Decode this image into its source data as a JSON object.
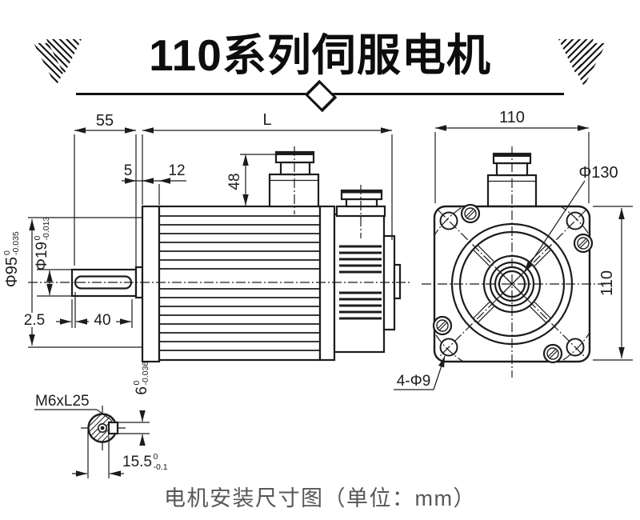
{
  "header": {
    "title": "110系列伺服电机"
  },
  "caption": {
    "text": "电机安装尺寸图（单位：mm）"
  },
  "colors": {
    "line": "#1c1c1c",
    "caption": "#575757",
    "background": "#ffffff"
  },
  "side_view": {
    "shaft_extension_length": "55",
    "body_length": "L",
    "pilot_depth": "5",
    "flange_thickness": "12",
    "connector_height": "48",
    "pilot_diameter": {
      "value": "Φ95",
      "tol_upper": "0",
      "tol_lower": "-0.035"
    },
    "shaft_diameter": {
      "value": "Φ19",
      "tol_upper": "0",
      "tol_lower": "-0.013"
    },
    "keyway_offset": "2.5",
    "keyway_length": "40"
  },
  "shaft_end_view": {
    "tap_spec": "M6xL25",
    "keyway_width": {
      "value": "6",
      "tol_upper": "0",
      "tol_lower": "-0.036"
    },
    "keyway_flat": {
      "value": "15.5",
      "tol_upper": "0",
      "tol_lower": "-0.1"
    }
  },
  "front_view": {
    "flange_width": "110",
    "flange_height": "110",
    "bolt_circle_diameter": "Φ130",
    "mounting_holes": "4-Φ9"
  }
}
